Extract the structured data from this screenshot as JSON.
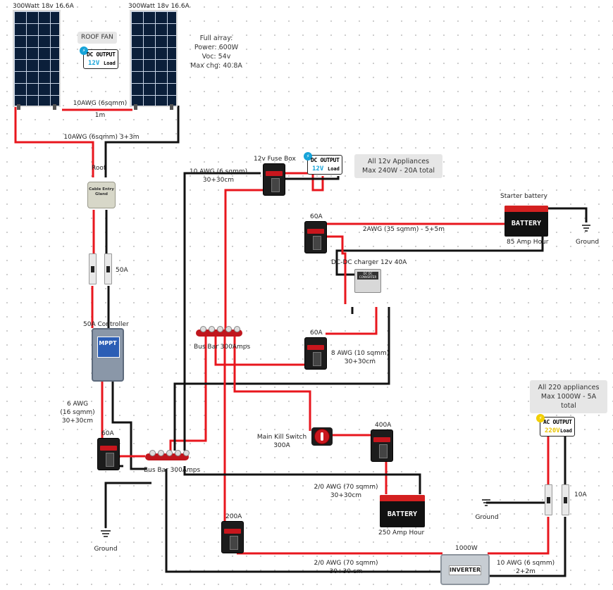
{
  "solar": {
    "panel_left_label": "300Watt 18v 16.6A",
    "panel_right_label": "300Watt 18v 16.6A",
    "roof_fan_label": "ROOF FAN",
    "array_wire_label": "10AWG (6sqmm)",
    "array_wire_length": "1m",
    "down_wire_label": "10AWG (6sqmm) 3+3m",
    "full_array": [
      "Full array:",
      "Power: 600W",
      "Voc: 54v",
      "Max chg: 40.8A"
    ]
  },
  "dc_output": {
    "title": "DC OUTPUT",
    "voltage": "12V",
    "load": "Load"
  },
  "ac_output": {
    "title": "AC OUTPUT",
    "voltage": "220V",
    "load": "Load"
  },
  "roof": {
    "label": "Roof",
    "gland_text": "Cable Entry Gland"
  },
  "breakers": {
    "pv_isolator": "50A",
    "controller_out": "60A",
    "starter_link": "60A",
    "charger_out": "60A",
    "battery_main": "400A",
    "inverter_feed": "200A",
    "ac_isolator": "10A"
  },
  "controller": {
    "label": "50A Controller",
    "screen_text": "MPPT"
  },
  "controller_wire": [
    "6 AWG",
    "(16 sqmm)",
    "30+30cm"
  ],
  "busbar": {
    "top_label": "Bus Bar 300Amps",
    "bottom_label": "Bus Bar 300Amps"
  },
  "fusebox": {
    "label": "12v Fuse Box",
    "wire": [
      "10 AWG (6 sqmm)",
      "30+30cm"
    ]
  },
  "appliances12v": [
    "All 12v Appliances",
    "Max 240W - 20A total"
  ],
  "starter": {
    "label": "Starter battery",
    "battery_text": "BATTERY",
    "caption": "85 Amp Hour",
    "wire": "2AWG (35 sqmm) - 5+5m"
  },
  "grounds": [
    "Ground",
    "Ground",
    "Ground"
  ],
  "dcdc": {
    "label": "DC-DC charger 12v 40A",
    "band_text": "DC DC CONVERTER",
    "wire": [
      "8 AWG (10 sqmm)",
      "30+30cm"
    ]
  },
  "killswitch": {
    "label": [
      "Main Kill Switch",
      "300A"
    ]
  },
  "house_battery": {
    "battery_text": "BATTERY",
    "caption": "250 Amp Hour",
    "wire": [
      "2/0 AWG (70 sqmm)",
      "30+30cm"
    ]
  },
  "inverter": {
    "power": "1000W",
    "label": "INVERTER",
    "in_wire": [
      "2/0 AWG (70 sqmm)",
      "30+30 cm"
    ],
    "out_wire": [
      "10 AWG (6 sqmm)",
      "2+2m"
    ]
  },
  "appliances220v": [
    "All 220 appliances",
    "Max 1000W - 5A total"
  ],
  "colors": {
    "positive": "#e8161d",
    "negative": "#111111",
    "note_bg": "#e6e6e6"
  }
}
